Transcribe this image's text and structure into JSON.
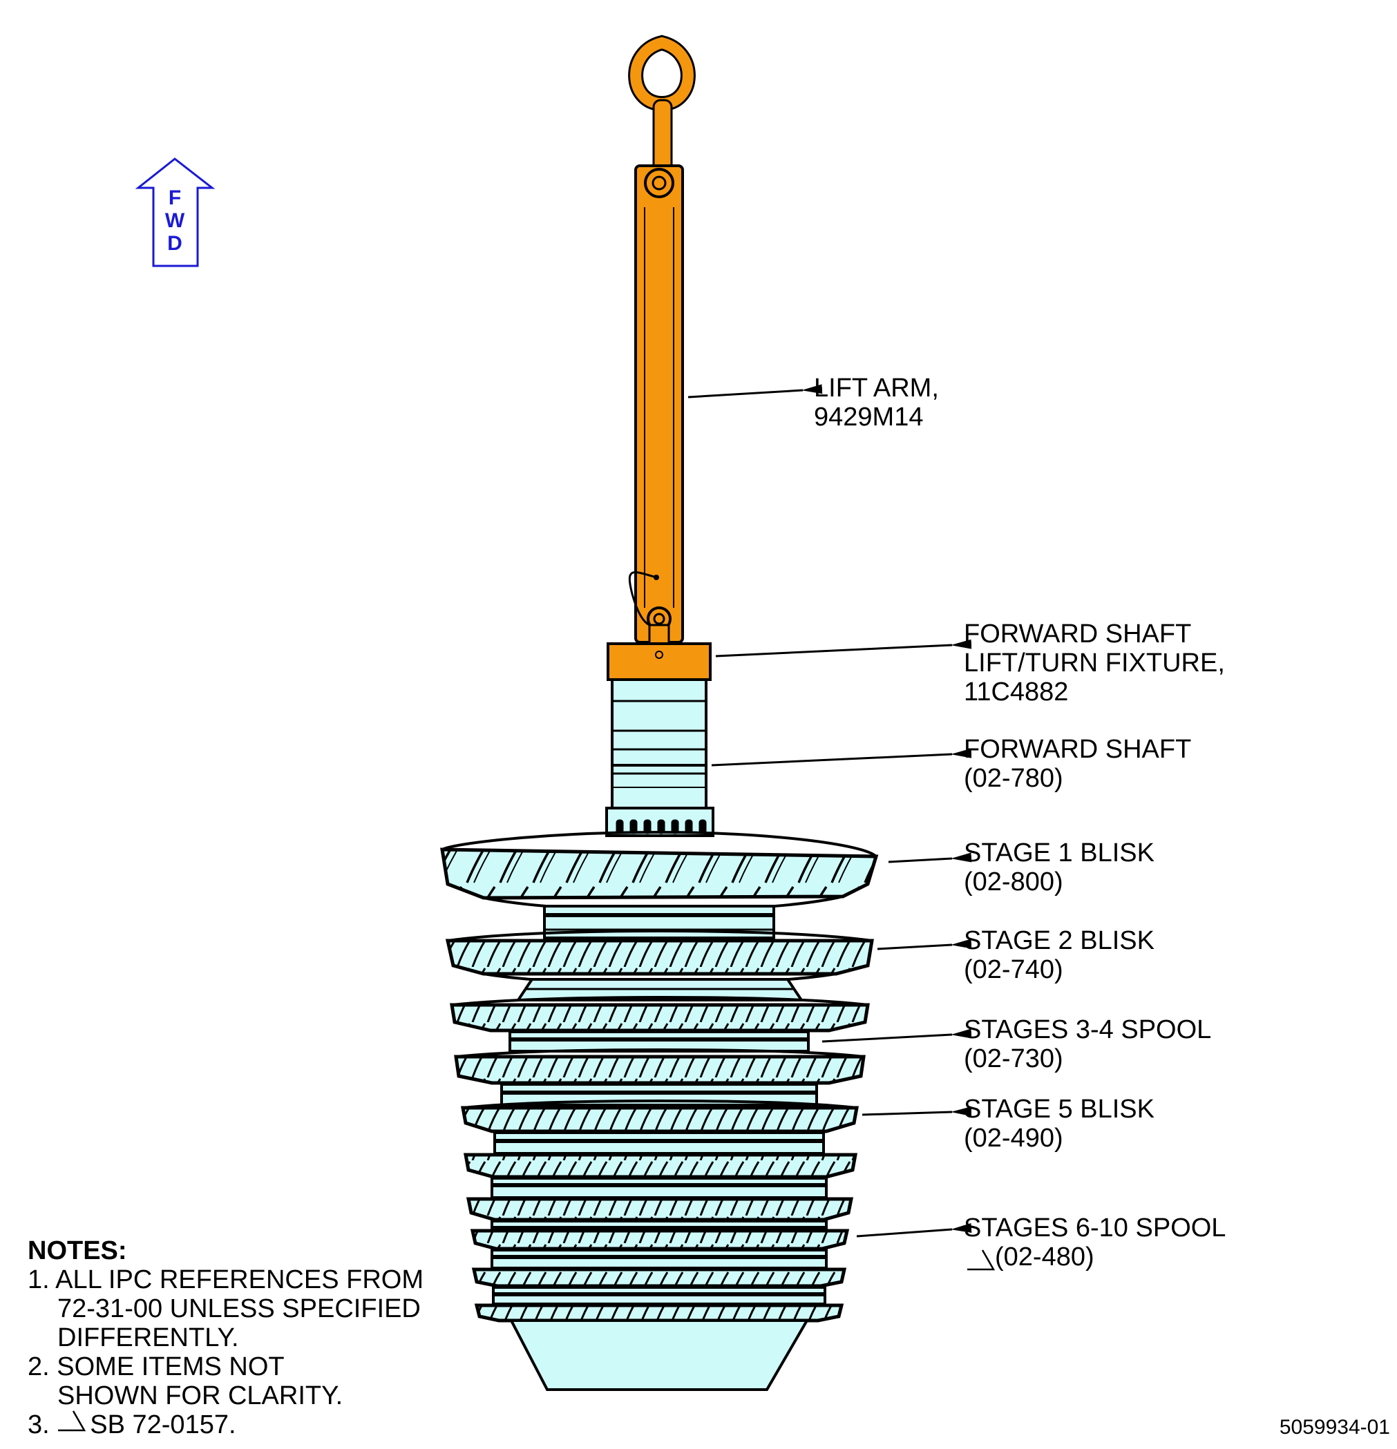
{
  "fwd_arrow": {
    "letters": [
      "F",
      "W",
      "D"
    ],
    "color": "#1a1ad6"
  },
  "colors": {
    "tool_orange": "#f5960f",
    "part_cyan": "#cffafa",
    "line": "#000000"
  },
  "labels": [
    {
      "id": "lift-arm",
      "lines": [
        "LIFT ARM,",
        "9429M14"
      ]
    },
    {
      "id": "lift-turn-fixture",
      "lines": [
        "FORWARD SHAFT",
        "LIFT/TURN FIXTURE,",
        "11C4882"
      ]
    },
    {
      "id": "forward-shaft",
      "lines": [
        "FORWARD SHAFT",
        "(02-780)"
      ]
    },
    {
      "id": "stage1-blisk",
      "lines": [
        "STAGE 1 BLISK",
        "(02-800)"
      ]
    },
    {
      "id": "stage2-blisk",
      "lines": [
        "STAGE 2 BLISK",
        "(02-740)"
      ]
    },
    {
      "id": "stages34-spool",
      "lines": [
        "STAGES 3-4 SPOOL",
        "(02-730)"
      ]
    },
    {
      "id": "stage5-blisk",
      "lines": [
        "STAGE 5 BLISK",
        "(02-490)"
      ]
    },
    {
      "id": "stages610-spool",
      "lines": [
        "STAGES 6-10 SPOOL",
        "(02-480)"
      ],
      "second_line_has_sb_symbol": true
    }
  ],
  "notes": {
    "title": "NOTES:",
    "items": [
      {
        "num": "1.",
        "lines": [
          "ALL IPC REFERENCES FROM",
          "72-31-00 UNLESS SPECIFIED",
          "DIFFERENTLY."
        ]
      },
      {
        "num": "2.",
        "lines": [
          "SOME ITEMS NOT",
          "SHOWN FOR CLARITY."
        ]
      },
      {
        "num": "3.",
        "lines": [
          "SB 72-0157."
        ],
        "has_sb_symbol": true
      }
    ]
  },
  "figure_number": "5059934-01"
}
